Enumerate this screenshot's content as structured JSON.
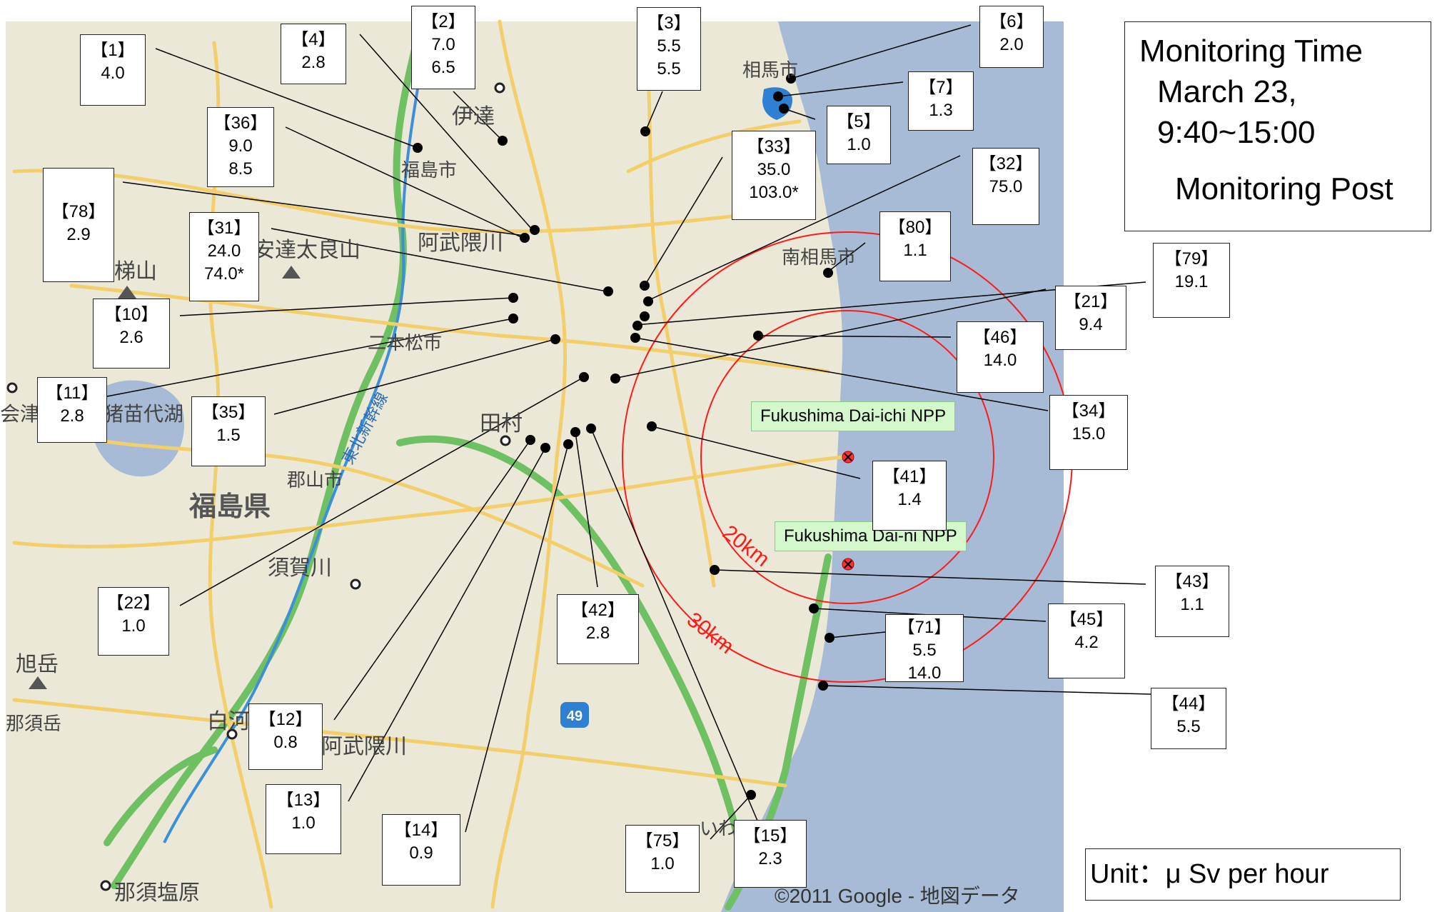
{
  "info": {
    "title": "Monitoring Time",
    "date": "March 23,",
    "time": "9:40~15:00",
    "subtitle": "Monitoring Post"
  },
  "unit": "Unit：μ Sv per hour",
  "attribution": "©2011 Google - 地図データ",
  "plants": {
    "daiichi": "Fukushima Dai-ichi NPP",
    "daini": "Fukushima Dai-ni NPP"
  },
  "rings": {
    "inner": "20km",
    "outer": "30km"
  },
  "places": {
    "soma": "相馬市",
    "date_city": "伊達",
    "fukushima_city": "福島市",
    "abukuma": "阿武隈川",
    "adatara": "安達太良山",
    "bandai": "梯山",
    "nihonmatsu": "二本松市",
    "minamisoma": "南相馬市",
    "tamura": "田村",
    "koriyama": "郡山市",
    "pref": "福島県",
    "sukagawa": "須賀川",
    "asahidake": "旭岳",
    "shirakawa": "白河",
    "abukuma2": "阿武隈川",
    "nasudake": "那須岳",
    "nasushiobara": "那須塩原",
    "iwaki": "いわき",
    "inawashiro": "猪苗代湖",
    "aizu": "会津若",
    "shinkansen": "東北新幹線",
    "route49": "49"
  },
  "posts": [
    {
      "id": "【1】",
      "vals": [
        "4.0"
      ]
    },
    {
      "id": "【4】",
      "vals": [
        "2.8"
      ]
    },
    {
      "id": "【2】",
      "vals": [
        "7.0",
        "6.5"
      ]
    },
    {
      "id": "【3】",
      "vals": [
        "5.5",
        "5.5"
      ]
    },
    {
      "id": "【6】",
      "vals": [
        "2.0"
      ]
    },
    {
      "id": "【7】",
      "vals": [
        "1.3"
      ]
    },
    {
      "id": "【5】",
      "vals": [
        "1.0"
      ]
    },
    {
      "id": "【36】",
      "vals": [
        "9.0",
        "8.5"
      ]
    },
    {
      "id": "【33】",
      "vals": [
        "35.0",
        "103.0*"
      ]
    },
    {
      "id": "【32】",
      "vals": [
        "75.0"
      ]
    },
    {
      "id": "【78】",
      "vals": [
        "2.9"
      ]
    },
    {
      "id": "【31】",
      "vals": [
        "24.0",
        "74.0*"
      ]
    },
    {
      "id": "【80】",
      "vals": [
        "1.1"
      ]
    },
    {
      "id": "【79】",
      "vals": [
        "19.1"
      ]
    },
    {
      "id": "【10】",
      "vals": [
        "2.6"
      ]
    },
    {
      "id": "【21】",
      "vals": [
        "9.4"
      ]
    },
    {
      "id": "【46】",
      "vals": [
        "14.0"
      ]
    },
    {
      "id": "【11】",
      "vals": [
        "2.8"
      ]
    },
    {
      "id": "【35】",
      "vals": [
        "1.5"
      ]
    },
    {
      "id": "【34】",
      "vals": [
        "15.0"
      ]
    },
    {
      "id": "【41】",
      "vals": [
        "1.4"
      ]
    },
    {
      "id": "【43】",
      "vals": [
        "1.1"
      ]
    },
    {
      "id": "【22】",
      "vals": [
        "1.0"
      ]
    },
    {
      "id": "【42】",
      "vals": [
        "2.8"
      ]
    },
    {
      "id": "【45】",
      "vals": [
        "4.2"
      ]
    },
    {
      "id": "【71】",
      "vals": [
        "5.5",
        "14.0"
      ]
    },
    {
      "id": "【44】",
      "vals": [
        "5.5"
      ]
    },
    {
      "id": "【12】",
      "vals": [
        "0.8"
      ]
    },
    {
      "id": "【13】",
      "vals": [
        "1.0"
      ]
    },
    {
      "id": "【14】",
      "vals": [
        "0.9"
      ]
    },
    {
      "id": "【75】",
      "vals": [
        "1.0"
      ]
    },
    {
      "id": "【15】",
      "vals": [
        "2.3"
      ]
    }
  ]
}
